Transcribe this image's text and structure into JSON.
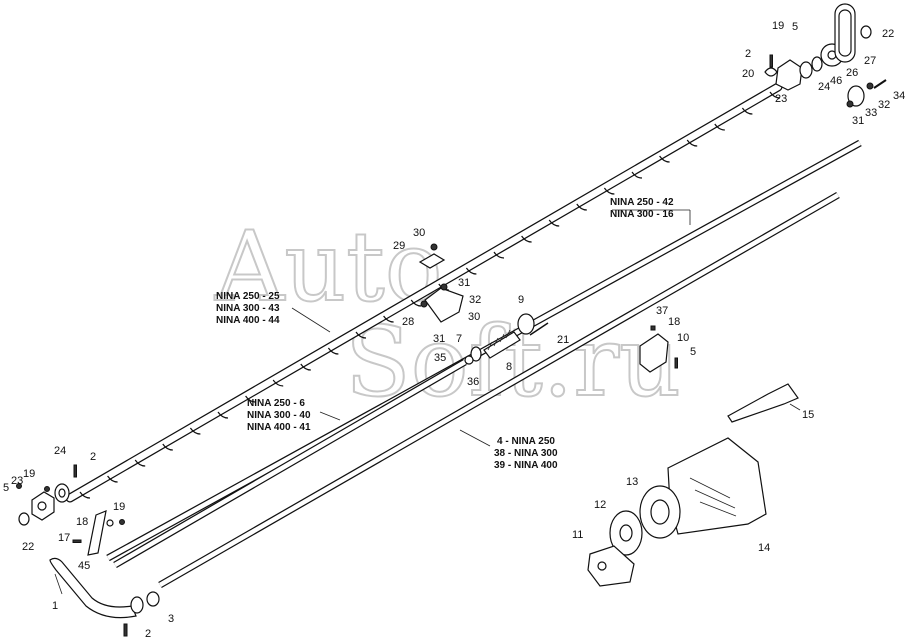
{
  "watermark": {
    "line1": "Auto",
    "line2": "Soft.ru"
  },
  "callouts": [
    {
      "id": "c1",
      "text": "1"
    },
    {
      "id": "c2a",
      "text": "2"
    },
    {
      "id": "c2b",
      "text": "2"
    },
    {
      "id": "c2c",
      "text": "2"
    },
    {
      "id": "c3",
      "text": "3"
    },
    {
      "id": "c5a",
      "text": "5"
    },
    {
      "id": "c5b",
      "text": "5"
    },
    {
      "id": "c5c",
      "text": "5"
    },
    {
      "id": "c7",
      "text": "7"
    },
    {
      "id": "c8",
      "text": "8"
    },
    {
      "id": "c9",
      "text": "9"
    },
    {
      "id": "c10",
      "text": "10"
    },
    {
      "id": "c11",
      "text": "11"
    },
    {
      "id": "c12",
      "text": "12"
    },
    {
      "id": "c13",
      "text": "13"
    },
    {
      "id": "c14",
      "text": "14"
    },
    {
      "id": "c15",
      "text": "15"
    },
    {
      "id": "c17",
      "text": "17"
    },
    {
      "id": "c18a",
      "text": "18"
    },
    {
      "id": "c18b",
      "text": "18"
    },
    {
      "id": "c19a",
      "text": "19"
    },
    {
      "id": "c19b",
      "text": "19"
    },
    {
      "id": "c19c",
      "text": "19"
    },
    {
      "id": "c20",
      "text": "20"
    },
    {
      "id": "c21",
      "text": "21"
    },
    {
      "id": "c22a",
      "text": "22"
    },
    {
      "id": "c22b",
      "text": "22"
    },
    {
      "id": "c23a",
      "text": "23"
    },
    {
      "id": "c23b",
      "text": "23"
    },
    {
      "id": "c24a",
      "text": "24"
    },
    {
      "id": "c24b",
      "text": "24"
    },
    {
      "id": "c26",
      "text": "26"
    },
    {
      "id": "c27",
      "text": "27"
    },
    {
      "id": "c28",
      "text": "28"
    },
    {
      "id": "c29",
      "text": "29"
    },
    {
      "id": "c30a",
      "text": "30"
    },
    {
      "id": "c30b",
      "text": "30"
    },
    {
      "id": "c31a",
      "text": "31"
    },
    {
      "id": "c31b",
      "text": "31"
    },
    {
      "id": "c31c",
      "text": "31"
    },
    {
      "id": "c32a",
      "text": "32"
    },
    {
      "id": "c32b",
      "text": "32"
    },
    {
      "id": "c33",
      "text": "33"
    },
    {
      "id": "c34",
      "text": "34"
    },
    {
      "id": "c35",
      "text": "35"
    },
    {
      "id": "c36",
      "text": "36"
    },
    {
      "id": "c37",
      "text": "37"
    },
    {
      "id": "c45",
      "text": "45"
    },
    {
      "id": "c46",
      "text": "46"
    }
  ],
  "model_labels": {
    "group_42_16": [
      "NINA 250 - 42",
      "NINA 300 - 16"
    ],
    "group_25_43_44": [
      "NINA 250 - 25",
      "NINA 300 - 43",
      "NINA 400 - 44"
    ],
    "group_6_40_41": [
      "NINA 250 -  6",
      "NINA 300 - 40",
      "NINA 400 - 41"
    ],
    "group_4_38_39": [
      "4  - NINA 250",
      "38 - NINA 300",
      "39 - NINA 400"
    ]
  }
}
